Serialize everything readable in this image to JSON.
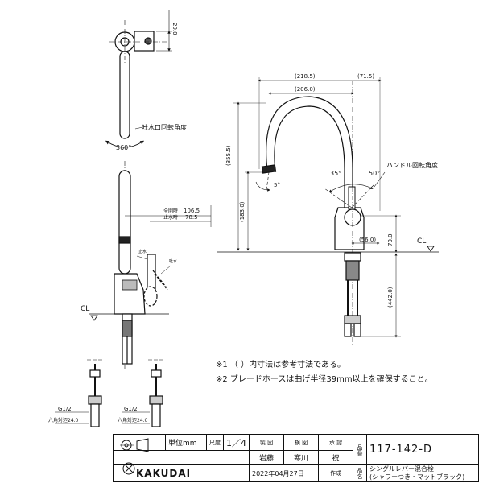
{
  "top_view": {
    "dim_29": "29.0",
    "rotation_label": "吐水口回転角度",
    "rotation_angle": "360°"
  },
  "front_view": {
    "zenkai_label": "全開時",
    "zenkai_value": "106.5",
    "shisui_label": "止水時",
    "shisui_value": "78.5",
    "cl": "CL",
    "shisui_small": "止水",
    "tosui_small": "吐水",
    "g_left": "G1/2",
    "g_right": "G1/2",
    "hex_left": "六角対辺24.0",
    "hex_right": "六角対辺24.0"
  },
  "side_view": {
    "dim_218": "(218.5)",
    "dim_71": "(71.5)",
    "dim_206": "(206.0)",
    "dim_355": "(355.5)",
    "dim_183": "(183.0)",
    "dim_70": "70.0",
    "dim_56": "(56.0)",
    "dim_442": "(442.0)",
    "spout_angle": "5°",
    "angle_35": "35°",
    "angle_50": "50°",
    "handle_label": "ハンドル回転角度",
    "cl": "CL"
  },
  "notes": [
    "※1 （ ）内寸法は参考寸法である。",
    "※2 ブレードホースは曲げ半径39mm以上を確保すること。"
  ],
  "title_block": {
    "unit_label": "単位mm",
    "scale_label": "尺度",
    "scale_value": "1／4",
    "seizu_label": "製 図",
    "kenzu_label": "検 図",
    "shounin_label": "承 認",
    "seizu_name": "岩藤",
    "kenzu_name": "寒川",
    "shounin_name": "祝",
    "hinban_label": "品番",
    "hinban": "117-142-D",
    "hinmei_label": "品名",
    "product_line1": "シングルレバー混合栓",
    "product_line2": "(シャワーつき・マットブラック)",
    "date": "2022年04月27日",
    "sakusei": "作成",
    "brand": "KAKUDAI"
  }
}
